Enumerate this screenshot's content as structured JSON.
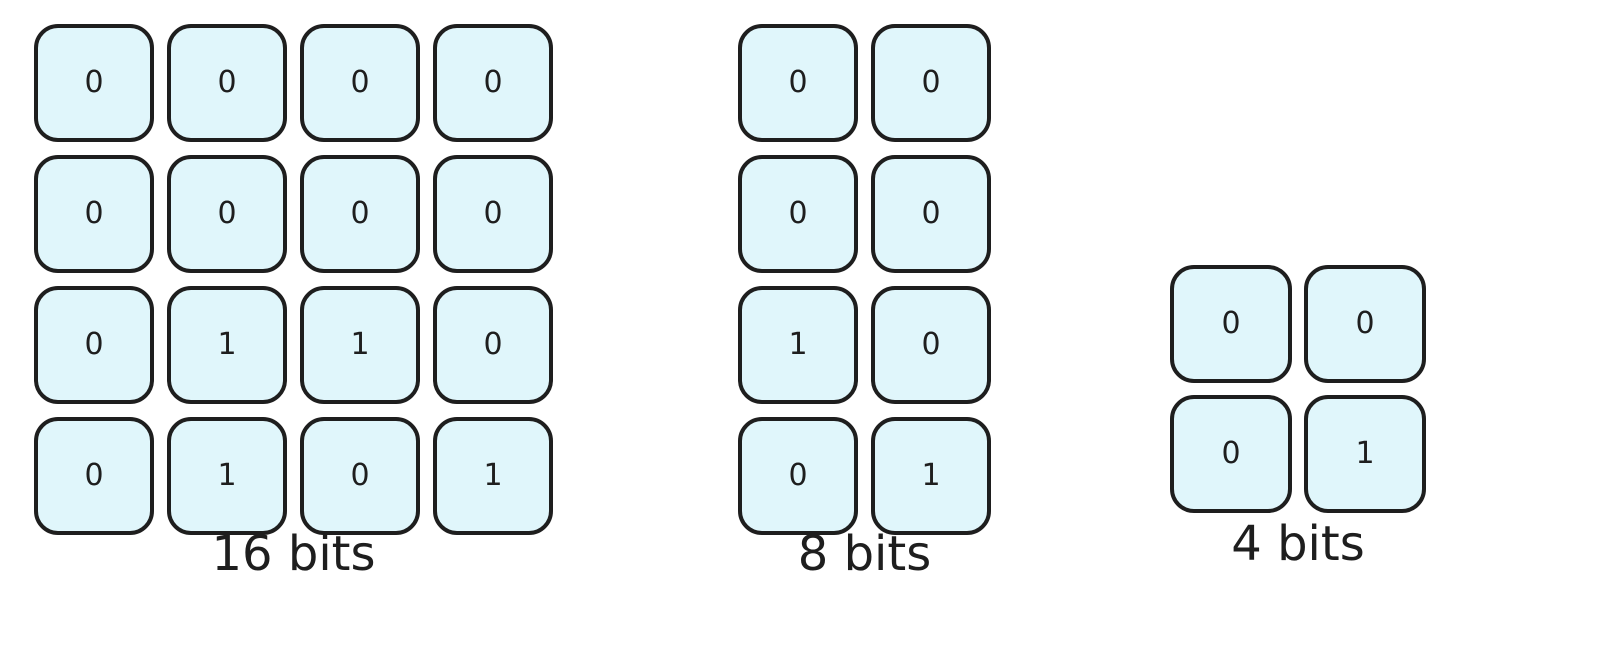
{
  "colors": {
    "cell_fill": "#e0f6fb",
    "cell_border": "#1e1e1e",
    "text": "#1e1e1e",
    "background": "#ffffff"
  },
  "groups": [
    {
      "label": "16 bits",
      "rows": 4,
      "cols": 4,
      "bits": [
        [
          "0",
          "0",
          "0",
          "0"
        ],
        [
          "0",
          "0",
          "0",
          "0"
        ],
        [
          "0",
          "1",
          "1",
          "0"
        ],
        [
          "0",
          "1",
          "0",
          "1"
        ]
      ]
    },
    {
      "label": "8 bits",
      "rows": 4,
      "cols": 2,
      "bits": [
        [
          "0",
          "0"
        ],
        [
          "0",
          "0"
        ],
        [
          "1",
          "0"
        ],
        [
          "0",
          "1"
        ]
      ]
    },
    {
      "label": "4 bits",
      "rows": 2,
      "cols": 2,
      "bits": [
        [
          "0",
          "0"
        ],
        [
          "0",
          "1"
        ]
      ]
    }
  ]
}
